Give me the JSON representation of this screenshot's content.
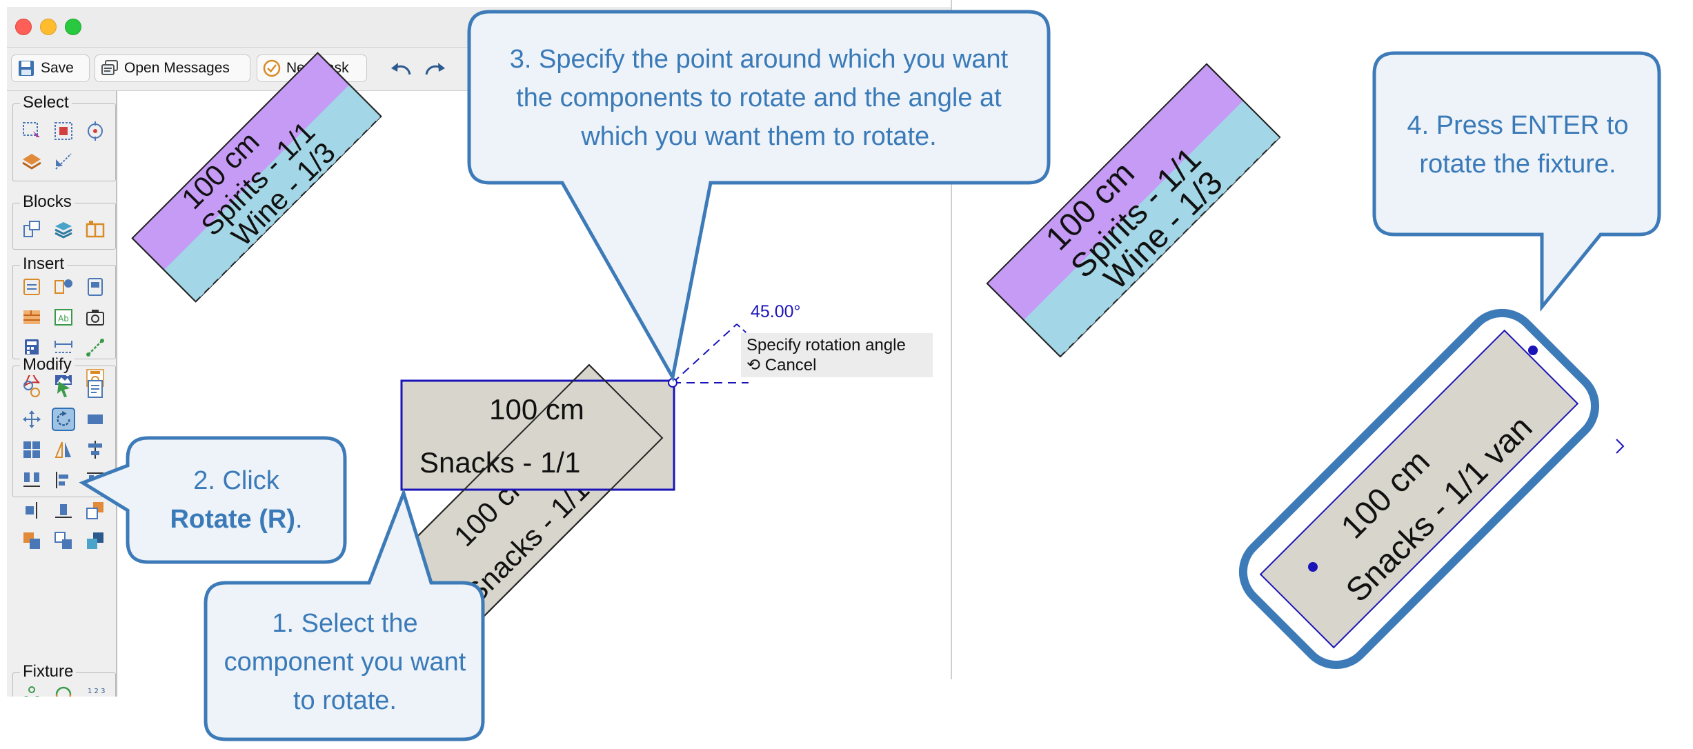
{
  "toolbar": {
    "save_label": "Save",
    "open_messages_label": "Open Messages",
    "new_task_label": "New Task"
  },
  "palette": {
    "select_label": "Select",
    "blocks_label": "Blocks",
    "insert_label": "Insert",
    "modify_label": "Modify",
    "fixture_label": "Fixture"
  },
  "fixtures": {
    "left_top": {
      "size": "100 cm",
      "line1": "Spirits - 1/1",
      "line2": "Wine - 1/3"
    },
    "left_selected": {
      "size": "100 cm",
      "line1": "Snacks - 1/1"
    },
    "left_rotated": {
      "size": "100 cm",
      "line1": "Snacks - 1/1 van"
    },
    "right_top": {
      "size": "100 cm",
      "line1": "Spirits - 1/1",
      "line2": "Wine - 1/3"
    },
    "right_rotated": {
      "size": "100 cm",
      "line1": "Snacks - 1/1 van"
    }
  },
  "rotation": {
    "angle": "45.00°",
    "prompt": "Specify rotation angle",
    "cancel": "Cancel",
    "cancel_icon": "undo-icon"
  },
  "callouts": {
    "step1": "1. Select the component you want to rotate.",
    "step2_prefix": "2. Click",
    "step2_bold": "Rotate (R)",
    "step2_suffix": ".",
    "step3": "3. Specify the point around which you want the components to rotate and the angle at which you want them to rotate.",
    "step4": "4. Press ENTER to rotate the fixture."
  },
  "colors": {
    "callout_fill": "#edf3f8",
    "callout_stroke": "#3d7ab8",
    "callout_text": "#3a7ab8",
    "purple": "#c59bf5",
    "cyan": "#a3d6e6",
    "gray_fixture": "#d8d6cc",
    "selection": "#1a14b8"
  }
}
